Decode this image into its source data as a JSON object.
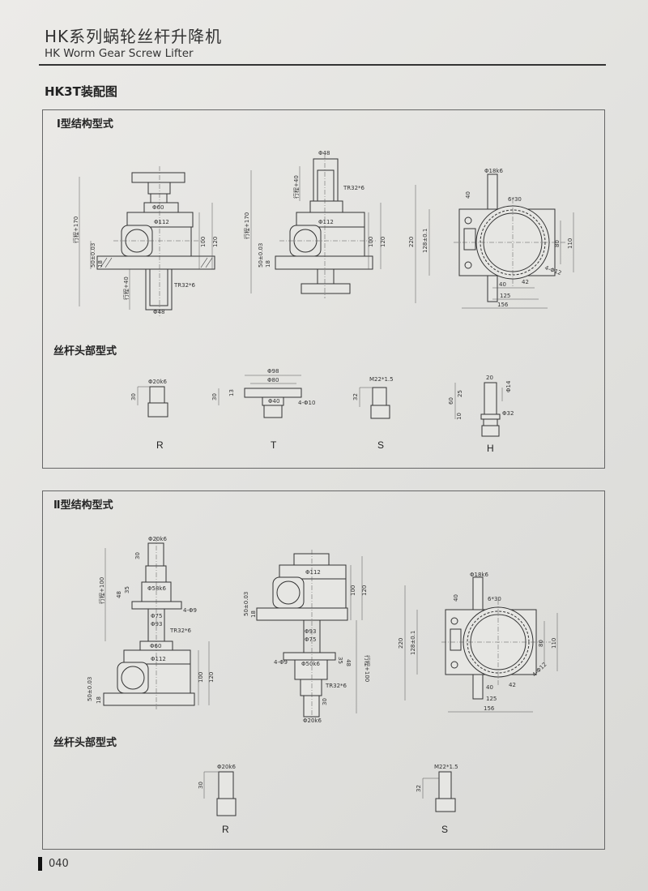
{
  "header": {
    "title_cn": "HK系列蜗轮丝杆升降机",
    "title_en": "HK Worm Gear Screw Lifter"
  },
  "section_title": "HK3T装配图",
  "panel1": {
    "title": "Ⅰ型结构型式",
    "heads_title": "丝杆头部型式",
    "head_labels": [
      "R",
      "T",
      "S",
      "H"
    ]
  },
  "panel2": {
    "title": "Ⅱ型结构型式",
    "heads_title": "丝杆头部型式",
    "head_labels": [
      "R",
      "S"
    ]
  },
  "dims": {
    "d1": [
      "行程+170",
      "Φ60",
      "Φ112",
      "100",
      "120",
      "50±0.03",
      "18",
      "行程+40",
      "TR32*6",
      "Φ48"
    ],
    "d2": [
      "Φ48",
      "行程+40",
      "TR32*6",
      "行程+170",
      "Φ112",
      "100",
      "120",
      "50±0.03",
      "18"
    ],
    "d3": [
      "Φ18k6",
      "40",
      "6*30",
      "220",
      "128±0.1",
      "80",
      "110",
      "4-Φ12",
      "40",
      "42",
      "125",
      "156"
    ],
    "hR": [
      "Φ20k6",
      "30"
    ],
    "hT": [
      "Φ98",
      "Φ80",
      "Φ40",
      "30",
      "13",
      "4-Φ10"
    ],
    "hS": [
      "M22*1.5",
      "32"
    ],
    "hH": [
      "20",
      "25",
      "60",
      "10",
      "Φ14",
      "Φ32"
    ],
    "e1": [
      "Φ20k6",
      "30",
      "行程+100",
      "48",
      "35",
      "Φ58k6",
      "4-Φ9",
      "Φ75",
      "Φ93",
      "TR32*6",
      "Φ60",
      "Φ112",
      "100",
      "120",
      "50±0.03",
      "18"
    ],
    "e2": [
      "Φ112",
      "100",
      "120",
      "50±0.03",
      "18",
      "Φ93",
      "Φ75",
      "4-Φ9",
      "Φ50k6",
      "35",
      "48",
      "行程+100",
      "TR32*6",
      "30",
      "Φ20k6"
    ],
    "e3": [
      "Φ18k6",
      "40",
      "6*30",
      "220",
      "128±0.1",
      "80",
      "110",
      "4-Φ12",
      "40",
      "42",
      "125",
      "156"
    ],
    "gR": [
      "Φ20k6",
      "30"
    ],
    "gS": [
      "M22*1.5",
      "32"
    ]
  },
  "page_number": "040"
}
